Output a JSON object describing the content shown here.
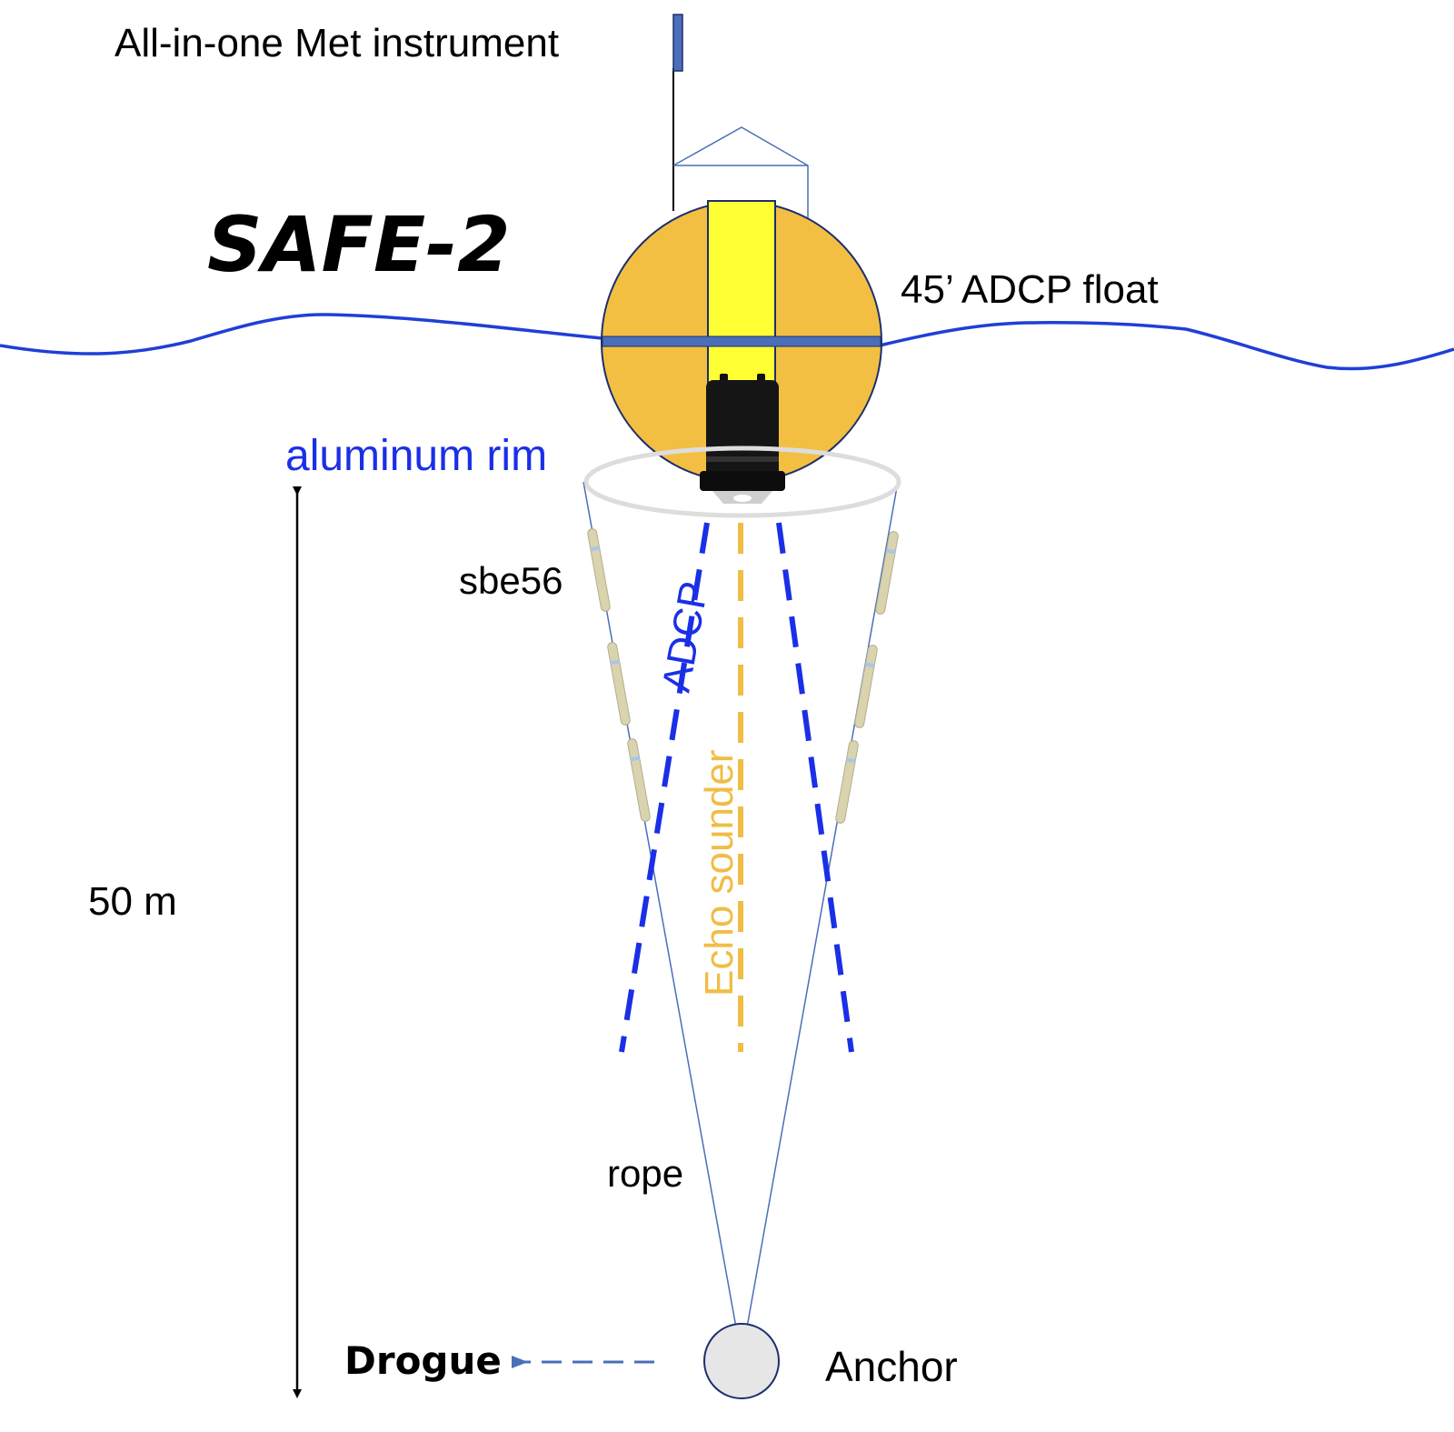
{
  "title": "SAFE-2",
  "labels": {
    "met": "All-in-one Met instrument",
    "float": "45’ ADCP float",
    "rim": "aluminum rim",
    "sbe": "sbe56",
    "adcp": "ADCP",
    "echo": "Echo sounder",
    "depth": "50 m",
    "rope": "rope",
    "drogue": "Drogue",
    "anchor": "Anchor"
  },
  "colors": {
    "water": "#1f3fd6",
    "float_body": "#f3bf42",
    "float_core": "#ffff33",
    "float_band": "#4a6fb8",
    "mast_flag": "#4a6fb8",
    "adcp_beam": "#1a2fe6",
    "echo_beam": "#f0bd45",
    "rope": "#4a6fb8",
    "rim": "#dddddd",
    "anchor": "#e6e6e6",
    "sensor": "#d9d3b0",
    "text": "#000000",
    "rim_label": "#1a2fe6"
  }
}
